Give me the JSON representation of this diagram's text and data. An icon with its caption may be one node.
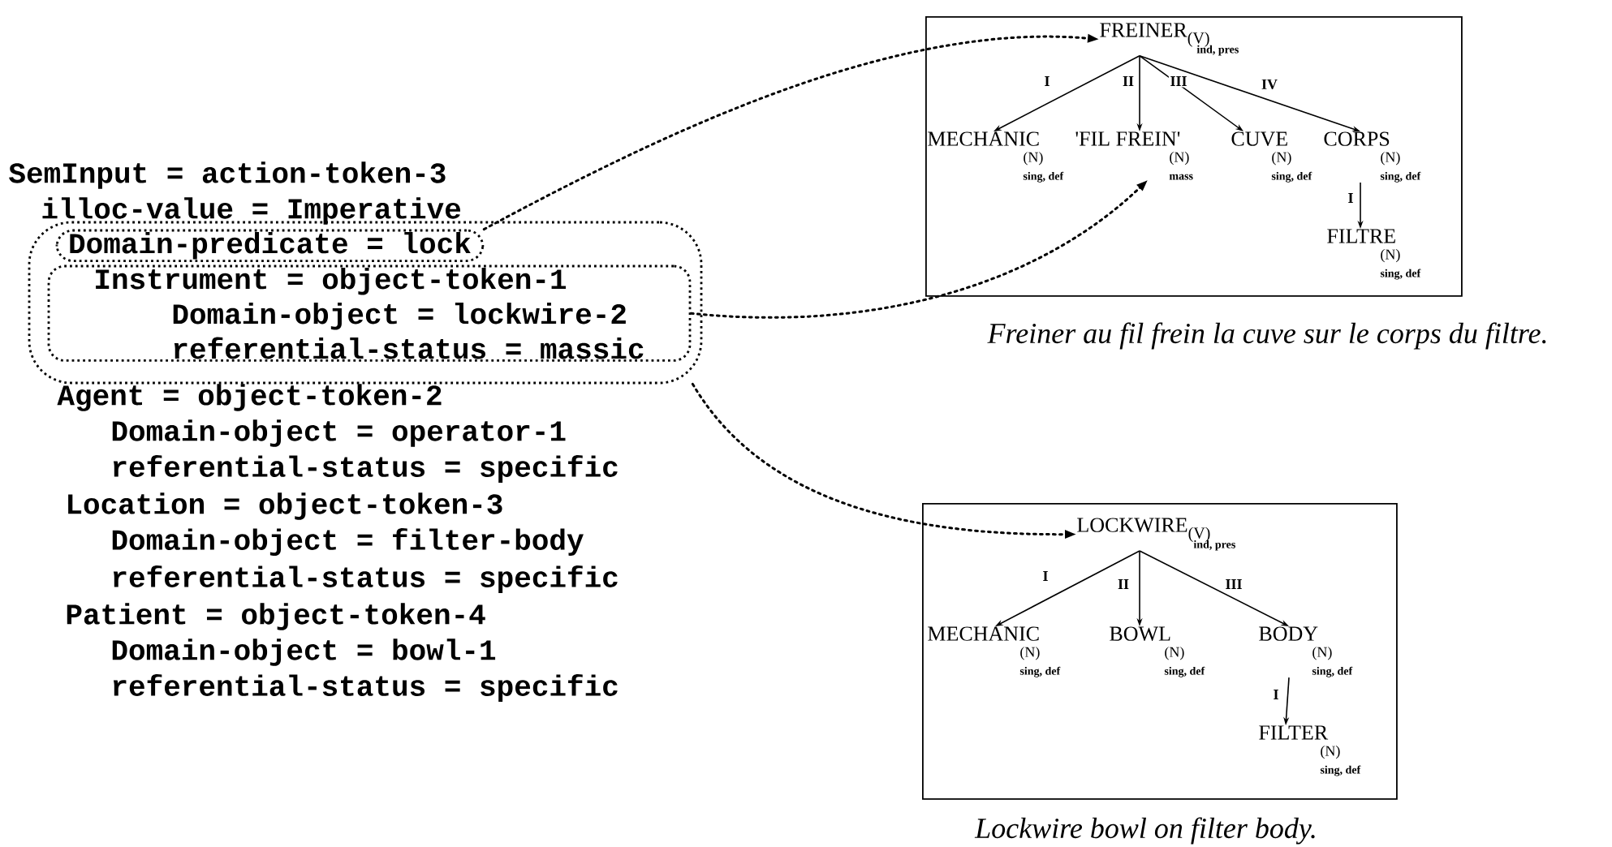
{
  "diagram": {
    "nodes": [
      {
        "text": [],
        "shape": "oval"
      },
      {
        "text": [
          "Domain-predicate = lock"
        ],
        "in": 0
      },
      {
        "text": [
          "Instrument = object-token-1",
          "Domain-object = lockwire-2",
          "referential-status = massic"
        ],
        "in": 0
      },
      {
        "text": [],
        "shape": "box",
        "beside": [
          "Freiner au fil frein la cuve sur le corps du filtre."
        ]
      },
      {
        "text": [
          "FREINER",
          "(V)",
          "ind, pres"
        ],
        "in": 3
      },
      {
        "text": [
          "MECHANIC",
          "(N)",
          "sing, def"
        ],
        "in": 3
      },
      {
        "text": [
          "'FIL FREIN'",
          "(N)",
          "mass"
        ],
        "in": 3
      },
      {
        "text": [
          "CUVE",
          "(N)",
          "sing, def"
        ],
        "in": 3
      },
      {
        "text": [
          "CORPS",
          "(N)",
          "sing, def"
        ],
        "in": 3
      },
      {
        "text": [
          "FILTRE",
          "(N)",
          "sing, def"
        ],
        "in": 3
      },
      {
        "text": [],
        "shape": "box",
        "beside": [
          "Lockwire bowl on filter body."
        ]
      },
      {
        "text": [
          "LOCKWIRE",
          "(V)",
          "ind, pres"
        ],
        "in": 10
      },
      {
        "text": [
          "MECHANIC",
          "(N)",
          "sing, def"
        ],
        "in": 10
      },
      {
        "text": [
          "BOWL",
          "(N)",
          "sing, def"
        ],
        "in": 10
      },
      {
        "text": [
          "BODY",
          "(N)",
          "sing, def"
        ],
        "in": 10
      },
      {
        "text": [
          "FILTER",
          "(N)",
          "sing, def"
        ],
        "in": 10
      }
    ],
    "edges": [
      {
        "from": 1,
        "to": 4,
        "arrow": "to",
        "style": "dashed"
      },
      {
        "from": 2,
        "to": 6,
        "arrow": "to",
        "style": "dashed"
      },
      {
        "from": 0,
        "to": 11,
        "arrow": "to",
        "style": "dashed"
      },
      {
        "from": 4,
        "to": 5,
        "arrow": "to",
        "label": "I"
      },
      {
        "from": 4,
        "to": 6,
        "arrow": "to",
        "label": "II"
      },
      {
        "from": 4,
        "to": 7,
        "arrow": "to",
        "label": "III"
      },
      {
        "from": 4,
        "to": 8,
        "arrow": "to",
        "label": "IV"
      },
      {
        "from": 8,
        "to": 9,
        "arrow": "to",
        "label": "I"
      },
      {
        "from": 11,
        "to": 12,
        "arrow": "to",
        "label": "I"
      },
      {
        "from": 11,
        "to": 13,
        "arrow": "to",
        "label": "II"
      },
      {
        "from": 11,
        "to": 14,
        "arrow": "to",
        "label": "III"
      },
      {
        "from": 14,
        "to": 15,
        "arrow": "to",
        "label": "I"
      }
    ],
    "labels": [
      "SemInput = action-token-3",
      "illoc-value = Imperative",
      "Agent = object-token-2",
      "Domain-object = operator-1",
      "referential-status = specific",
      "Location = object-token-3",
      "Domain-object = filter-body",
      "referential-status = specific",
      "Patient = object-token-4",
      "Domain-object = bowl-1",
      "referential-status = specific"
    ]
  }
}
